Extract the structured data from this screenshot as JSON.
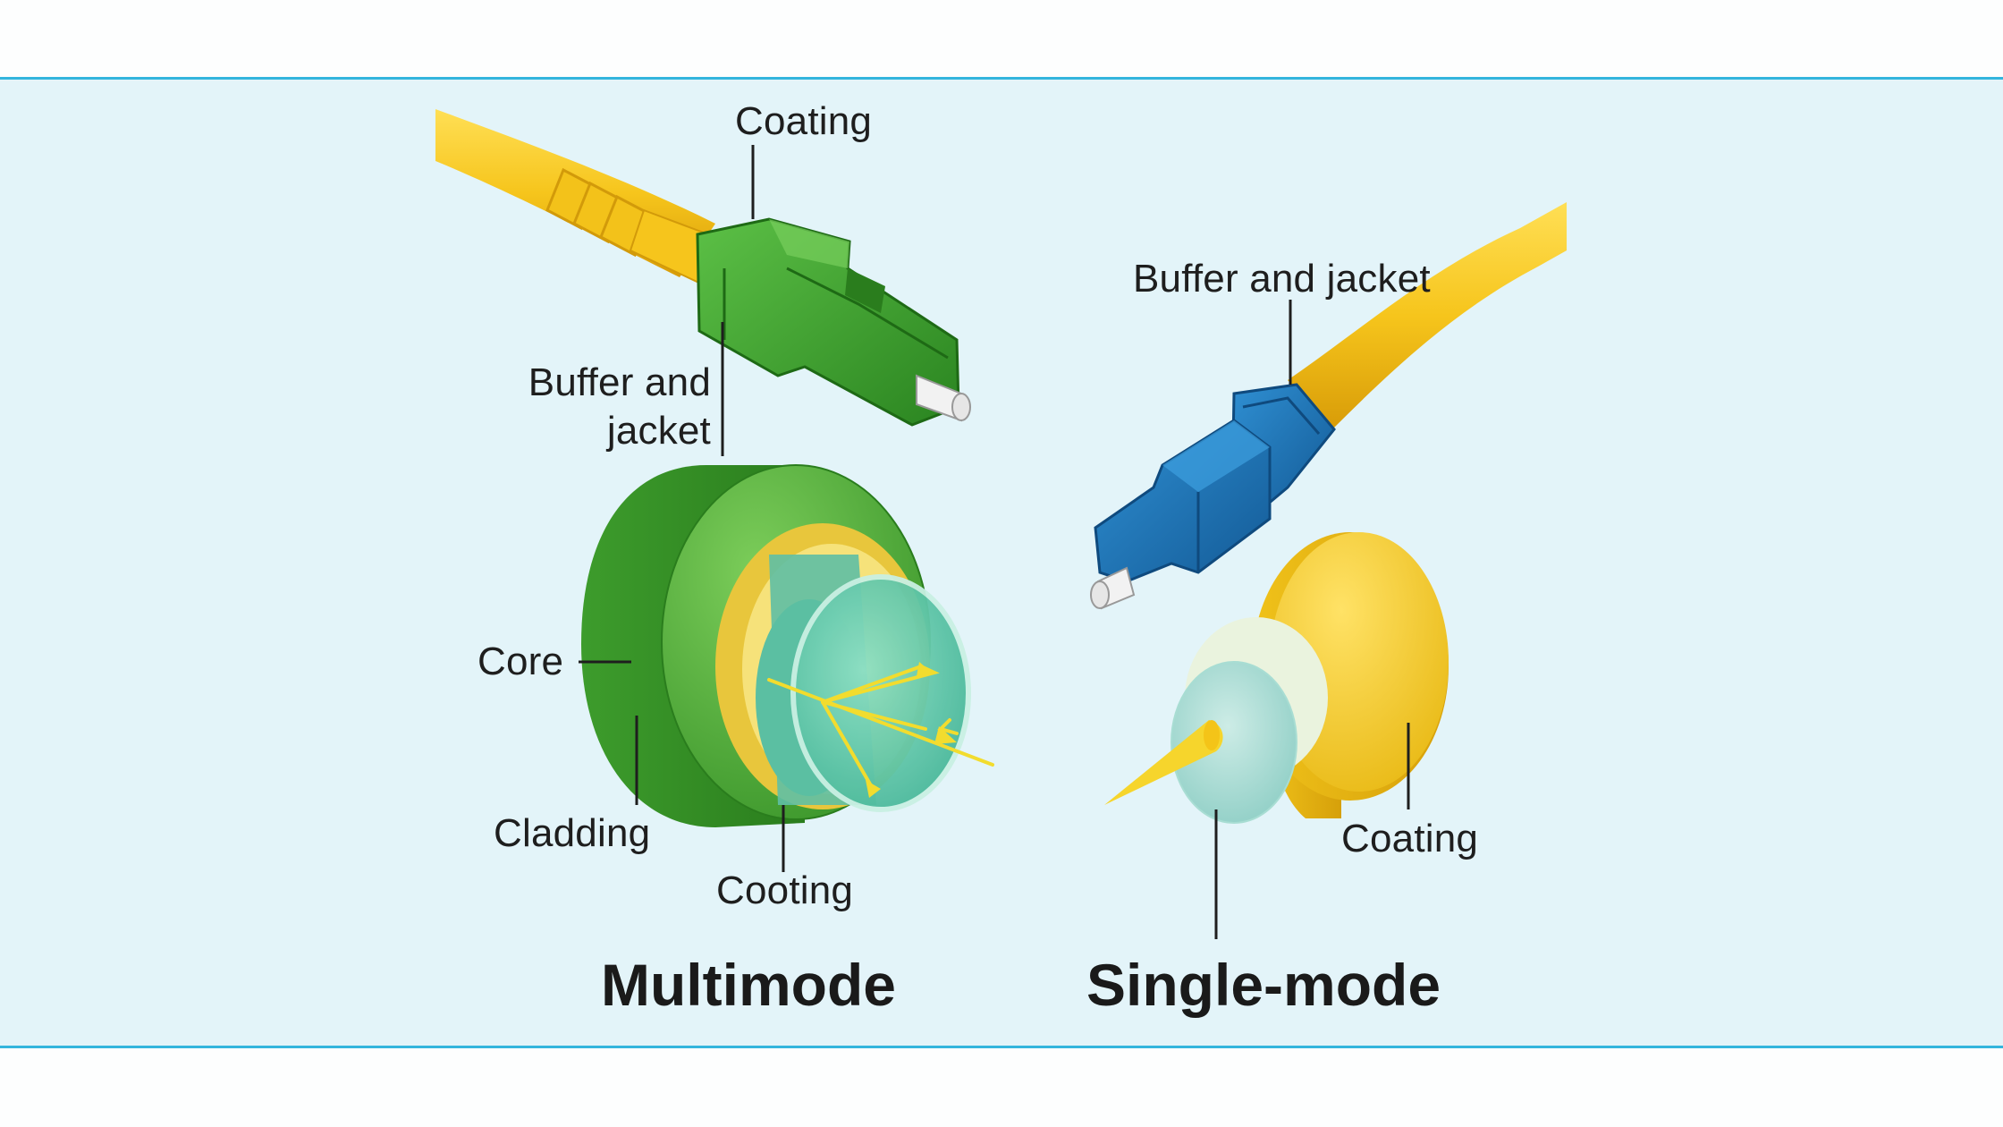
{
  "multimode": {
    "title": "Multimode",
    "label_coating_top": "Coating",
    "label_buffer_jacket_line1": "Buffer and",
    "label_buffer_jacket_line2": "jacket",
    "label_core": "Core",
    "label_cladding": "Cladding",
    "label_cooting": "Cooting",
    "connector_color": "#3a9a2c",
    "cable_color": "#f6c51c"
  },
  "singlemode": {
    "title": "Single-mode",
    "label_buffer_jacket": "Buffer and jacket",
    "label_coating": "Coating",
    "connector_color": "#1f72b3",
    "cable_color": "#f4d11f"
  },
  "colors": {
    "band_background": "#e3f4f9",
    "band_border": "#33b5dd"
  }
}
